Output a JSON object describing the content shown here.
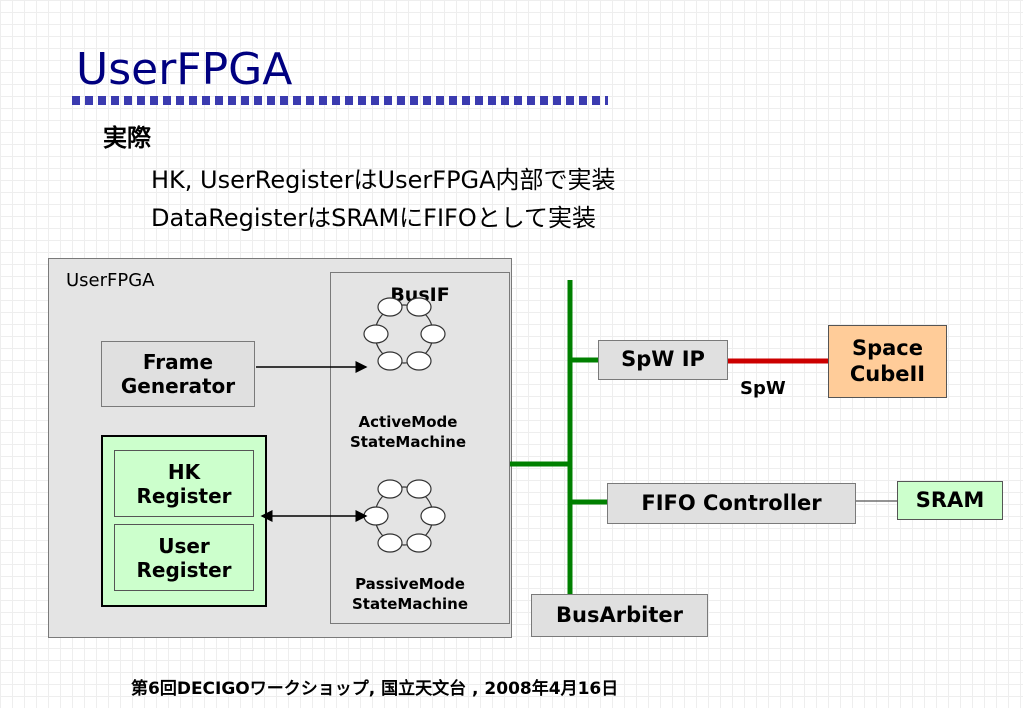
{
  "slide": {
    "title": "UserFPGA",
    "heading": "実際",
    "bullets": [
      "HK, UserRegisterはUserFPGA内部で実装",
      "DataRegisterはSRAMにFIFOとして実装"
    ],
    "footer": "第6回DECIGOワークショップ, 国立天文台 , 2008年4月16日"
  },
  "diagram": {
    "userfpga_label": "UserFPGA",
    "busif_label": "BusIF",
    "frame_generator": [
      "Frame",
      "Generator"
    ],
    "hk_register": [
      "HK",
      "Register"
    ],
    "user_register": [
      "User",
      "Register"
    ],
    "active_state_machine": [
      "ActiveMode",
      "StateMachine"
    ],
    "passive_state_machine": [
      "PassiveMode",
      "StateMachine"
    ],
    "spw_ip": "SpW IP",
    "spacecube": [
      "Space",
      "CubeII"
    ],
    "spw_link_label": "SpW",
    "fifo_controller": "FIFO Controller",
    "sram": "SRAM",
    "bus_arbiter": "BusArbiter"
  },
  "colors": {
    "title": "#000080",
    "bus_line": "#008000",
    "spw_link": "#cc0000",
    "spacecube_fill": "#ffcc99",
    "register_fill": "#ccffcc",
    "block_fill": "#e0e0e0"
  }
}
